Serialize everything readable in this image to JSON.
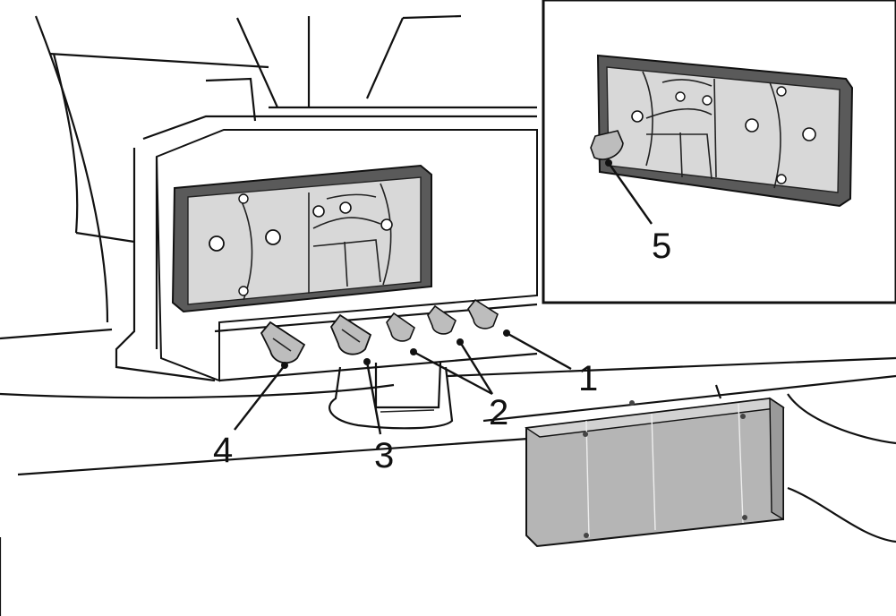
{
  "callouts": {
    "n1": "1",
    "n2": "2",
    "n3": "3",
    "n4": "4",
    "n5": "5"
  },
  "colors": {
    "lamp_body": "#cfcfcf",
    "lamp_frame": "#555555",
    "bulb": "#bdbdbd",
    "plate": "#b5b5b5",
    "line": "#111111"
  }
}
